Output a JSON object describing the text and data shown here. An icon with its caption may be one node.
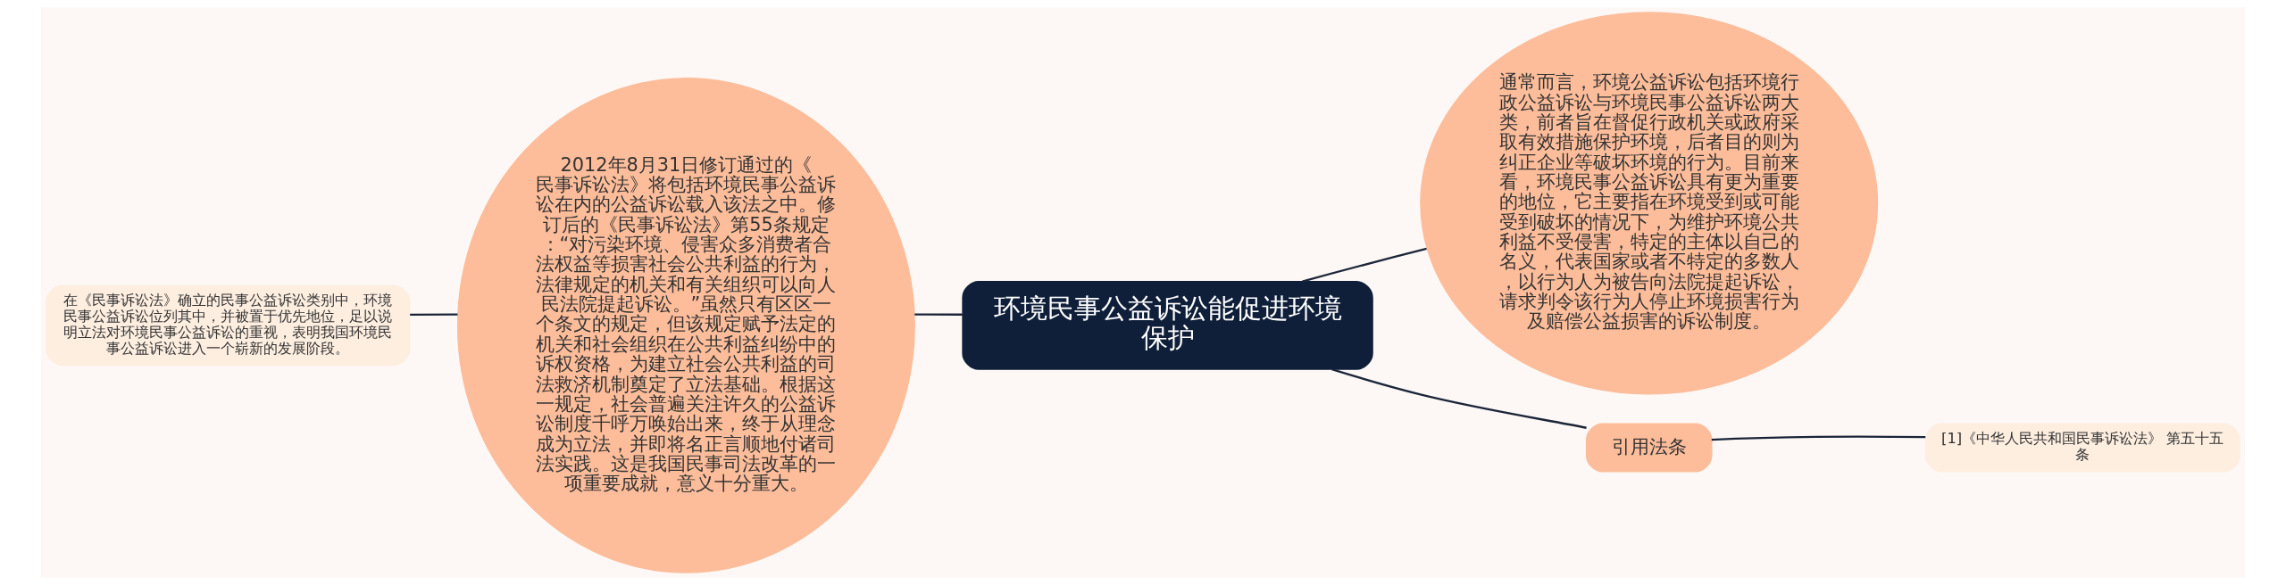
{
  "diagram": {
    "nodes": [
      {
        "text": [
          "环境民事公益诉讼能促进环境保护"
        ]
      },
      {
        "text": [
          "2012年8月31日修订通过的《民事诉讼法》将包括环境民事公益诉讼在内的公益诉讼载入该法之中。修订后的《民事诉讼法》第55条规定：“对污染环境、侵害众多消费者合法权益等损害社会公共利益的行为，法律规定的机关和有关组织可以向人民法院提起诉讼。”虽然只有区区一个条文的规定，但该规定赋予法定的机关和社会组织在公共利益纠纷中的诉权资格，为建立社会公共利益的司法救济机制奠定了立法基础。根据这一规定，社会普遍关注许久的公益诉讼制度千呼万唤始出来，终于从理念成为立法，并即将名正言顺地付诸司法实践。这是我国民事司法改革的一项重要成就，意义十分重大。"
        ]
      },
      {
        "text": [
          "在《民事诉讼法》确立的民事公益诉讼类别中，环境民事公益诉讼位列其中，并被置于优先地位，足以说明立法对环境民事公益诉讼的重视，表明我国环境民事公益诉讼进入一个崭新的发展阶段。"
        ]
      },
      {
        "text": [
          "通常而言，环境公益诉讼包括环境行政公益诉讼与环境民事公益诉讼两大类，前者旨在督促行政机关或政府采取有效措施保护环境，后者目的则为纠正企业等破坏环境的行为。目前来看，环境民事公益诉讼具有更为重要的地位，它主要指在环境受到或可能受到破坏的情况下，为维护环境公共利益不受侵害，特定的主体以自己的名义，代表国家或者不特定的多数人，以行为人为被告向法院提起诉讼，请求判令该行为人停止环境损害行为及赔偿公益损害的诉讼制度。"
        ]
      },
      {
        "text": [
          "引用法条"
        ]
      },
      {
        "text": [
          "[1]《中华人民共和国民事诉讼法》 第五十五条"
        ]
      }
    ],
    "edges": [
      {
        "from": 0,
        "to": 1,
        "arrow": "none"
      },
      {
        "from": 1,
        "to": 2,
        "arrow": "none"
      },
      {
        "from": 0,
        "to": 3,
        "arrow": "none"
      },
      {
        "from": 0,
        "to": 4,
        "arrow": "none"
      },
      {
        "from": 4,
        "to": 5,
        "arrow": "none"
      }
    ]
  }
}
